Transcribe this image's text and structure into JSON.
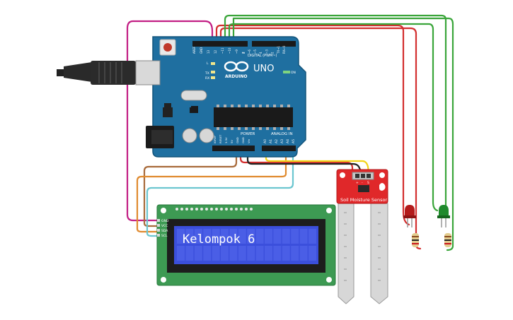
{
  "arduino": {
    "brand": "ARDUINO",
    "model": "UNO",
    "digital_label": "DIGITAL (PWM~)",
    "power_label": "POWER",
    "analog_label": "ANALOG IN",
    "on_label": "ON",
    "tx_label": "TX",
    "rx_label": "RX",
    "l_label": "L",
    "top_pins": [
      "AREF",
      "GND",
      "13",
      "12",
      "~11",
      "~10",
      "~9",
      "8",
      "7",
      "~6",
      "~5",
      "4",
      "~3",
      "2",
      "TX→1",
      "RX←0"
    ],
    "power_pins": [
      "IOREF",
      "RESET",
      "3.3V",
      "5V",
      "GND",
      "GND",
      "Vin"
    ],
    "analog_pins": [
      "A0",
      "A1",
      "A2",
      "A3",
      "A4",
      "A5"
    ]
  },
  "lcd": {
    "text": "Kelompok 6",
    "pins": [
      "GND",
      "VCC",
      "SDA",
      "SCL"
    ],
    "bezel_color": "#3d9a53",
    "screen_color": "#3b4fdc"
  },
  "sensor": {
    "label": "Soil Moisture Sensor",
    "board_color": "#e0282a",
    "pin_labels": [
      "+",
      "-",
      "S"
    ]
  },
  "leds": [
    {
      "name": "red-led",
      "color": "#b31b1b"
    },
    {
      "name": "green-led",
      "color": "#1f8a2c"
    }
  ],
  "wire_colors": {
    "magenta": "#c21e84",
    "red": "#d32f2f",
    "green": "#3aa53a",
    "brown": "#a86a3a",
    "orange": "#e08a2e",
    "cyan": "#6bc6d0",
    "black": "#222222",
    "yellow": "#f2d31a"
  }
}
